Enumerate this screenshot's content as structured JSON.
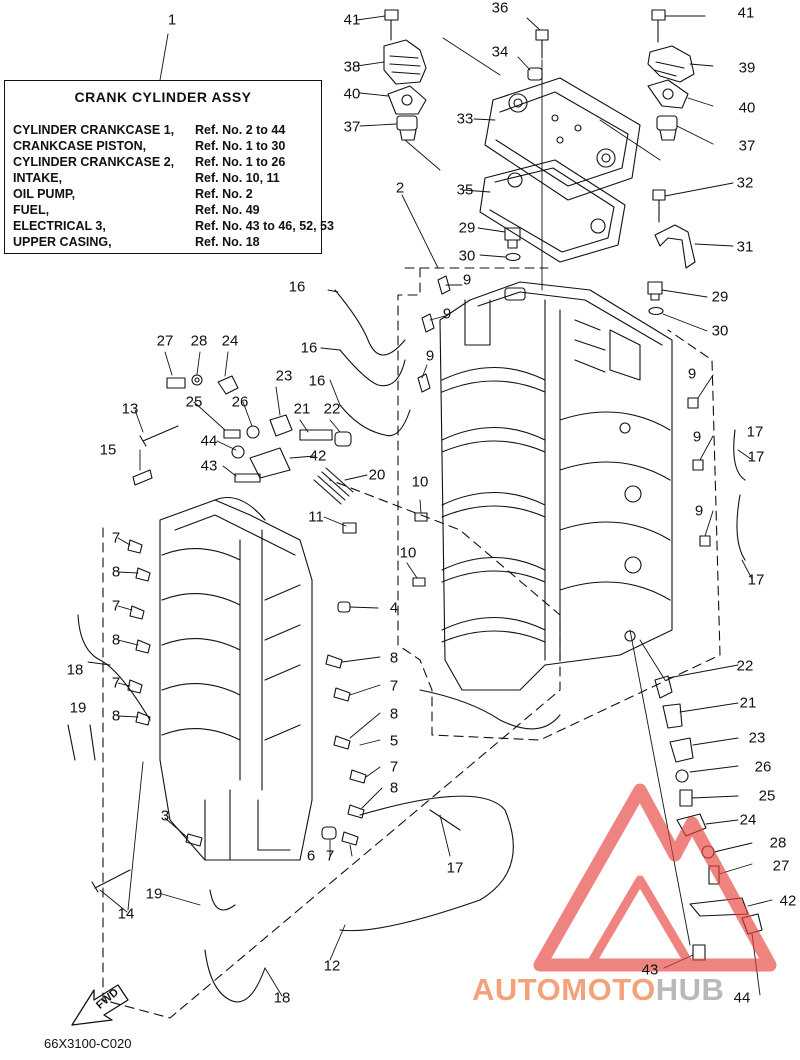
{
  "legend": {
    "part_no": "1",
    "title": "CRANK CYLINDER ASSY",
    "lines": [
      {
        "name": "CYLINDER CRANKCASE 1,",
        "ref": "Ref. No. 2 to 44"
      },
      {
        "name": "CRANKCASE PISTON,",
        "ref": "Ref. No. 1 to 30"
      },
      {
        "name": "CYLINDER CRANKCASE 2,",
        "ref": "Ref. No. 1 to 26"
      },
      {
        "name": "INTAKE,",
        "ref": "Ref. No. 10, 11"
      },
      {
        "name": "OIL PUMP,",
        "ref": "Ref. No. 2"
      },
      {
        "name": "FUEL,",
        "ref": "Ref. No. 49"
      },
      {
        "name": "ELECTRICAL 3,",
        "ref": "Ref. No. 43 to 46, 52, 53"
      },
      {
        "name": "UPPER CASING,",
        "ref": "Ref. No. 18"
      }
    ]
  },
  "callouts": [
    "41",
    "36",
    "41",
    "34",
    "38",
    "39",
    "40",
    "40",
    "37",
    "33",
    "37",
    "2",
    "32",
    "35",
    "29",
    "31",
    "30",
    "29",
    "9",
    "30",
    "16",
    "9",
    "16",
    "27",
    "28",
    "24",
    "23",
    "9",
    "16",
    "9",
    "13",
    "25",
    "26",
    "21",
    "22",
    "17",
    "44",
    "15",
    "43",
    "42",
    "20",
    "9",
    "10",
    "11",
    "17",
    "9",
    "7",
    "10",
    "4",
    "8",
    "17",
    "7",
    "8",
    "8",
    "18",
    "7",
    "22",
    "19",
    "8",
    "7",
    "21",
    "8",
    "5",
    "23",
    "7",
    "26",
    "8",
    "25",
    "3",
    "24",
    "6",
    "7",
    "17",
    "28",
    "27",
    "14",
    "19",
    "42",
    "12",
    "43",
    "18",
    "44"
  ],
  "forward_label": "FWD",
  "diagram_code": "66X3100-C020",
  "watermark": {
    "part1": "AUTOMOTO",
    "part2": "HUB"
  },
  "colors": {
    "ink": "#111111",
    "watermark_accent": "#e8423b",
    "watermark_light": "#f4a27a",
    "watermark_gray": "#b9b9b9"
  }
}
